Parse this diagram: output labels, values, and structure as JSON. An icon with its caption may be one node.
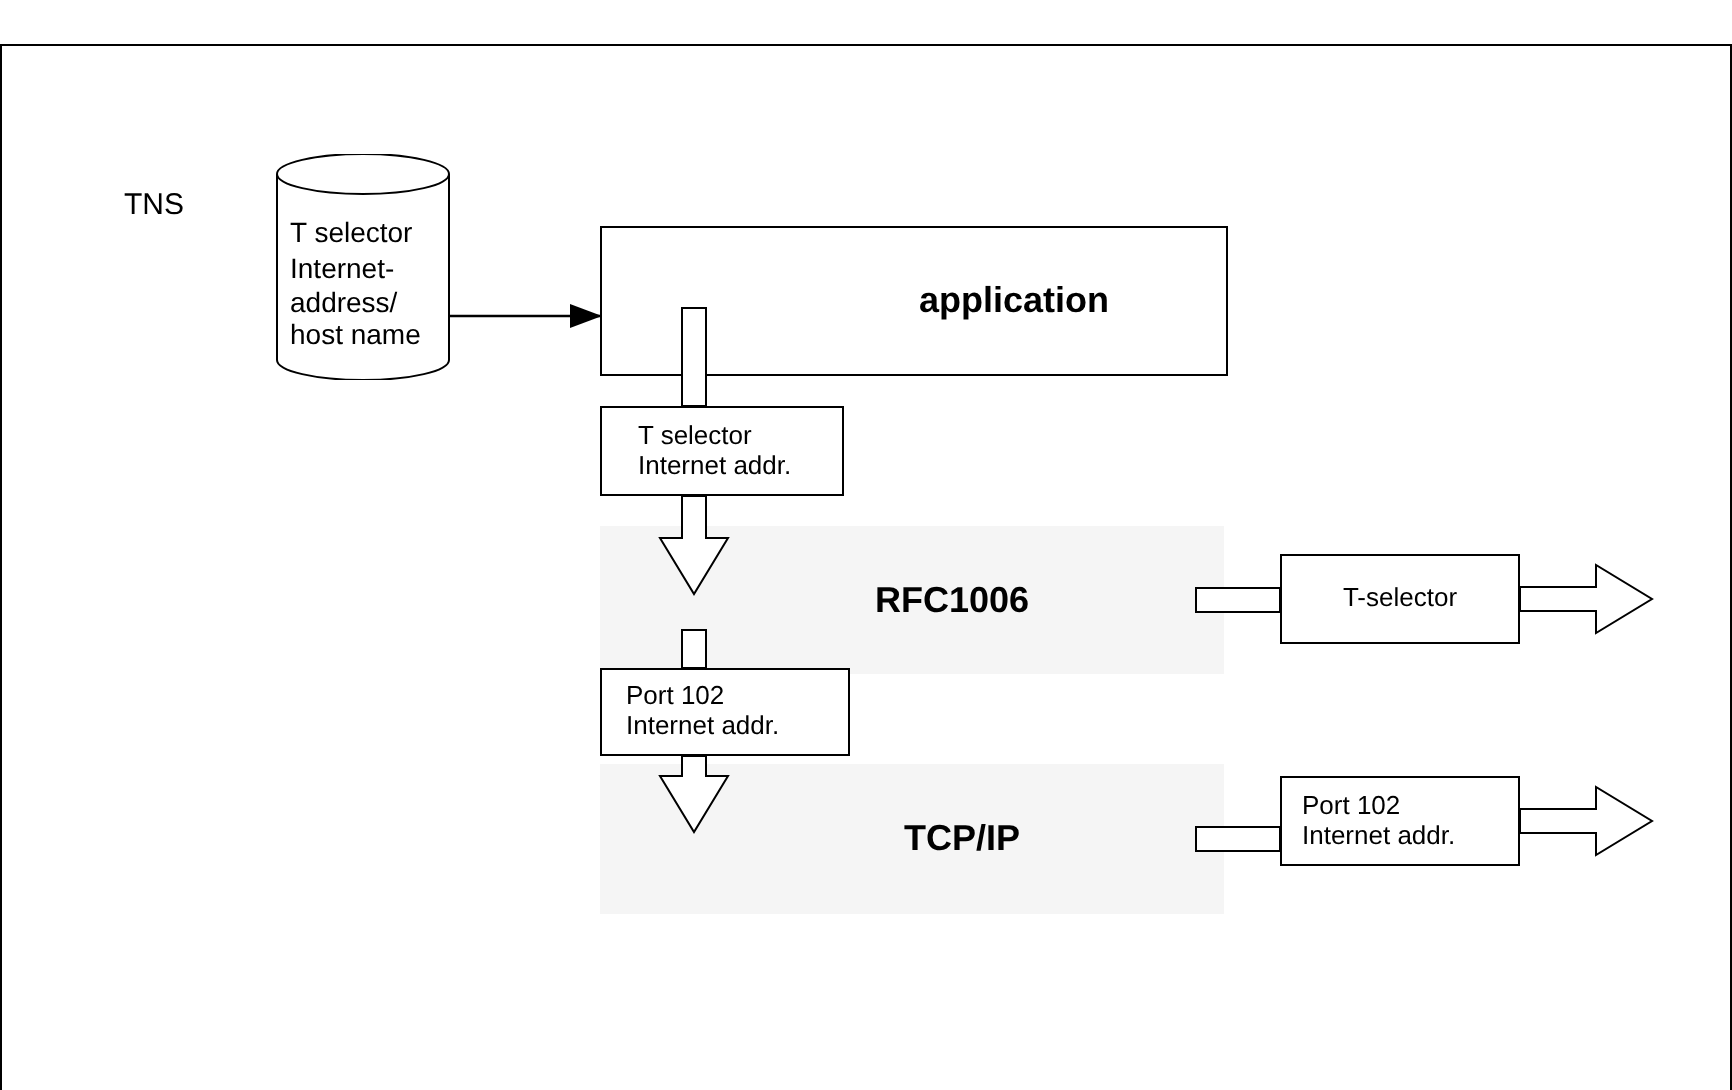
{
  "diagram": {
    "nodes": [
      {
        "text": [
          "T selector",
          "Internet-address/ host name"
        ],
        "beside": [
          "TNS"
        ]
      },
      {
        "text": [
          "application"
        ]
      },
      {
        "text": [
          "T selector Internet addr."
        ]
      },
      {
        "text": [
          "RFC1006"
        ]
      },
      {
        "text": [
          "Port 102 Internet addr."
        ]
      },
      {
        "text": [
          "TCP/IP"
        ]
      },
      {
        "text": [
          "T-selector"
        ]
      },
      {
        "text": [
          "Port 102 Internet addr."
        ]
      }
    ],
    "edges": [
      {
        "from": 0,
        "to": 1,
        "arrow": "to"
      },
      {
        "from": 1,
        "to": 2,
        "arrow": "none",
        "style": "thick"
      },
      {
        "from": 2,
        "to": 3,
        "arrow": "to",
        "style": "thick"
      },
      {
        "from": 3,
        "to": 4,
        "arrow": "none",
        "style": "thick"
      },
      {
        "from": 4,
        "to": 5,
        "arrow": "to",
        "style": "thick"
      },
      {
        "from": 3,
        "to": 6,
        "arrow": "none",
        "style": "thick"
      },
      {
        "from": 6,
        "to": null,
        "arrow": "to",
        "style": "thick"
      },
      {
        "from": 5,
        "to": 7,
        "arrow": "none",
        "style": "thick"
      },
      {
        "from": 7,
        "to": null,
        "arrow": "to",
        "style": "thick"
      }
    ]
  }
}
